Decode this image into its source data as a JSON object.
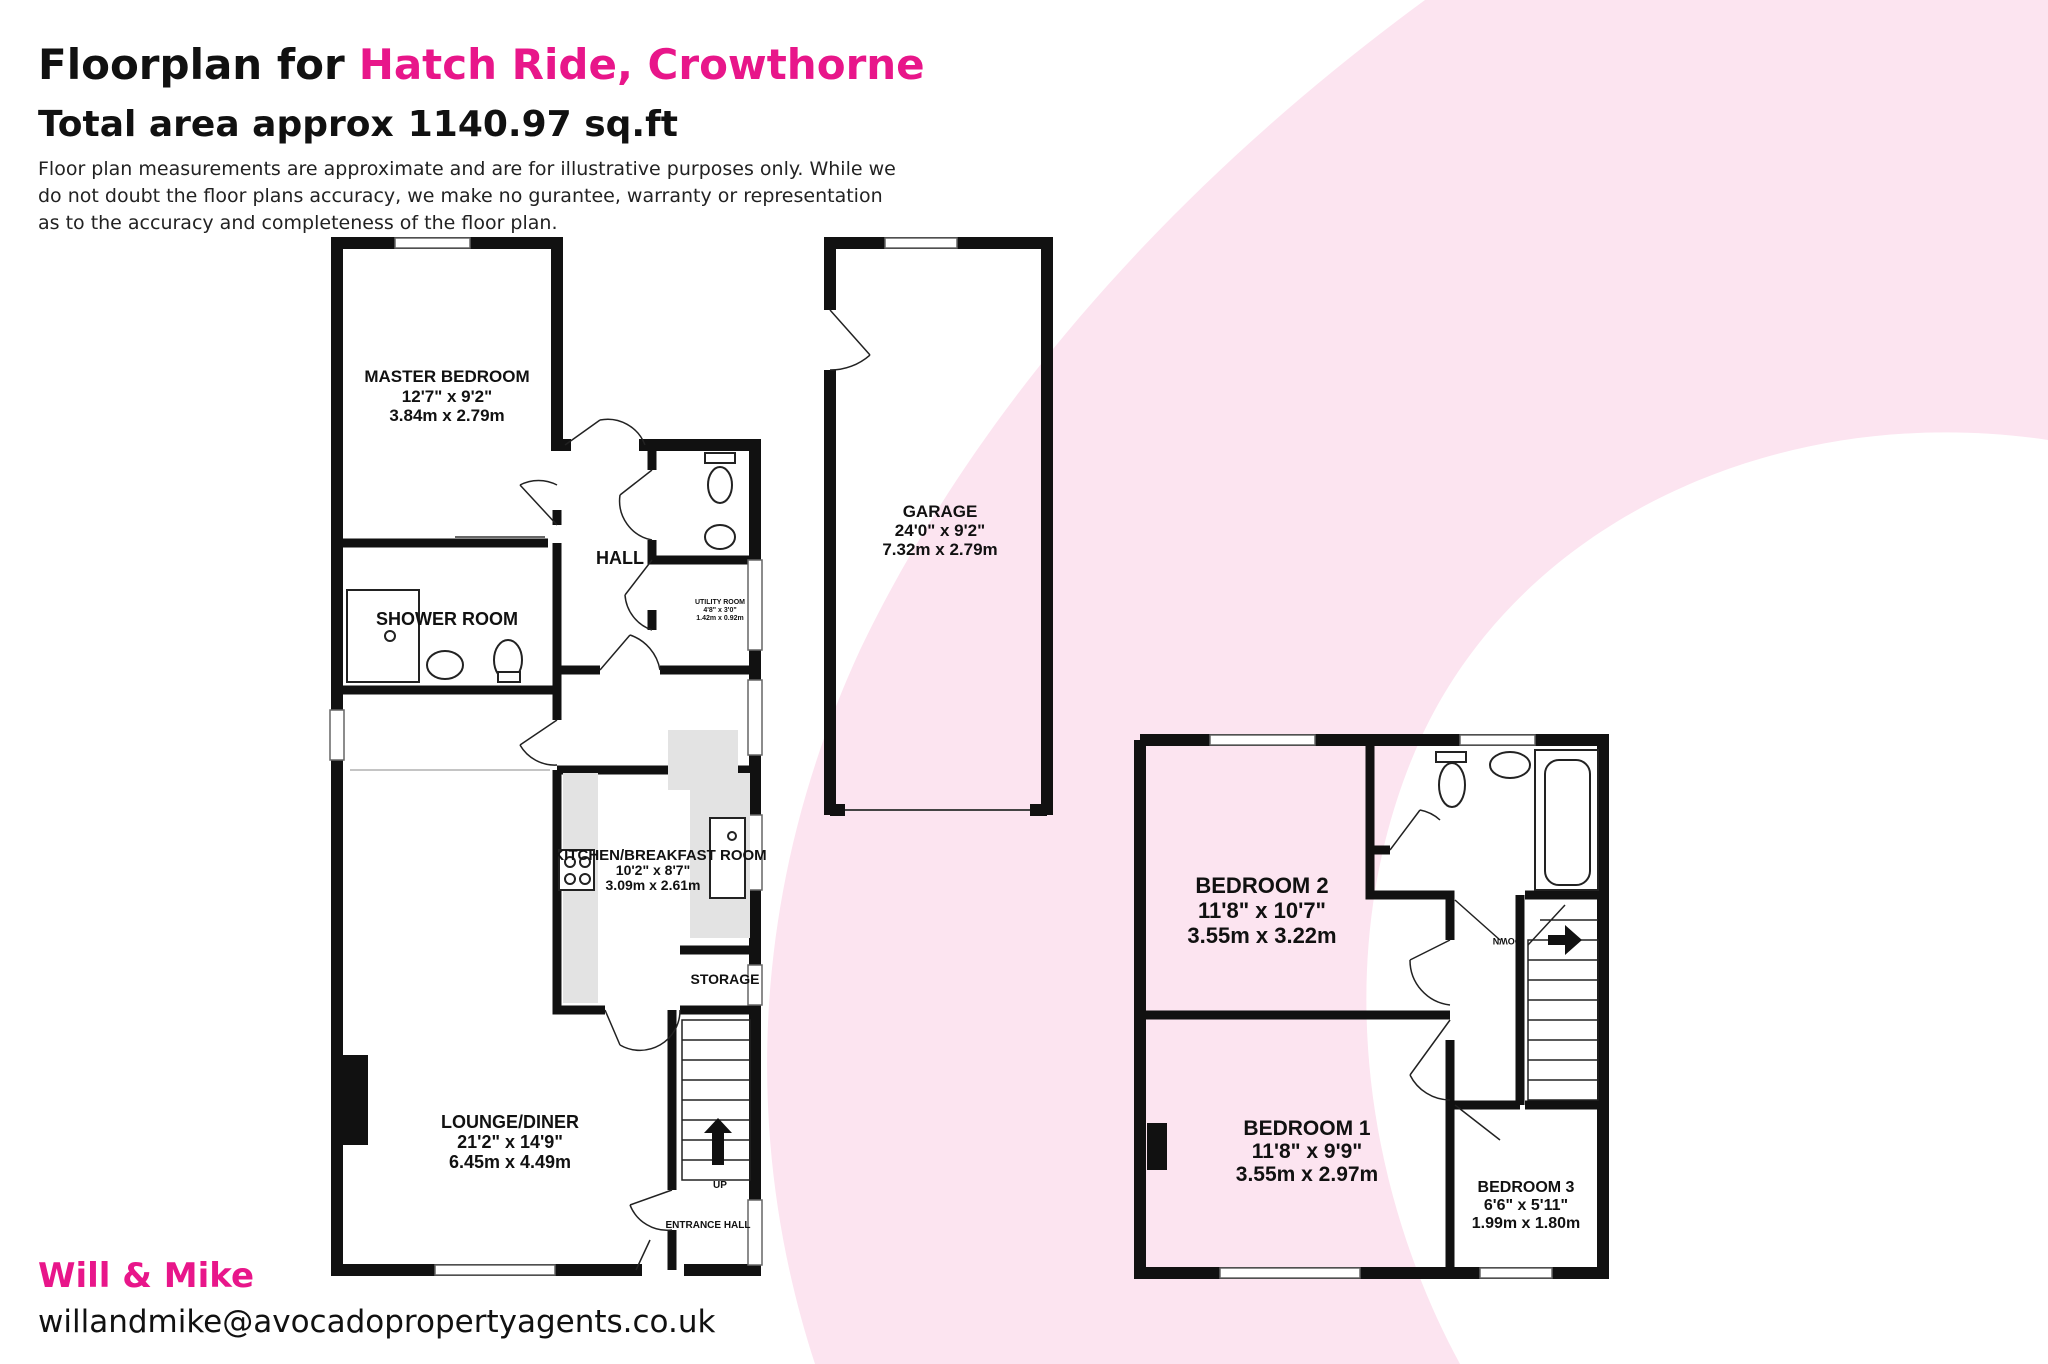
{
  "header": {
    "title_prefix": "Floorplan for",
    "address": "Hatch Ride, Crowthorne",
    "area_label": "Total area approx",
    "area_value": "1140.97 sq.ft",
    "disclaimer": "Floor plan measurements are approximate and are for illustrative purposes only. While we do not doubt the floor plans accuracy, we make no gurantee, warranty or representation as to the accuracy and completeness of the floor plan."
  },
  "agent": {
    "name": "Will & Mike",
    "email": "willandmike@avocadopropertyagents.co.uk"
  },
  "colors": {
    "accent": "#e8168a",
    "background_shape": "#fce4f0",
    "wall": "#111111"
  },
  "rooms": {
    "master_bedroom": {
      "name": "MASTER BEDROOM",
      "imperial": "12'7\"  x 9'2\"",
      "metric": "3.84m  x 2.79m"
    },
    "hall": {
      "name": "HALL"
    },
    "shower_room": {
      "name": "SHOWER ROOM"
    },
    "utility_room": {
      "name": "UTILITY ROOM",
      "imperial": "4'8\"  x 3'0\"",
      "metric": "1.42m  x 0.92m"
    },
    "kitchen": {
      "name": "KITCHEN/BREAKFAST ROOM",
      "imperial": "10'2\"  x 8'7\"",
      "metric": "3.09m  x 2.61m"
    },
    "storage": {
      "name": "STORAGE"
    },
    "lounge": {
      "name": "LOUNGE/DINER",
      "imperial": "21'2\"  x 14'9\"",
      "metric": "6.45m  x 4.49m"
    },
    "entrance_hall": {
      "name": "ENTRANCE HALL"
    },
    "garage": {
      "name": "GARAGE",
      "imperial": "24'0\"  x 9'2\"",
      "metric": "7.32m  x 2.79m"
    },
    "bedroom_2": {
      "name": "BEDROOM 2",
      "imperial": "11'8\"  x 10'7\"",
      "metric": "3.55m  x 3.22m"
    },
    "bedroom_1": {
      "name": "BEDROOM 1",
      "imperial": "11'8\"  x 9'9\"",
      "metric": "3.55m  x 2.97m"
    },
    "bedroom_3": {
      "name": "BEDROOM 3",
      "imperial": "6'6\"  x 5'11\"",
      "metric": "1.99m  x 1.80m"
    }
  },
  "stairs": {
    "up_label": "UP",
    "down_label": "DOWN"
  }
}
